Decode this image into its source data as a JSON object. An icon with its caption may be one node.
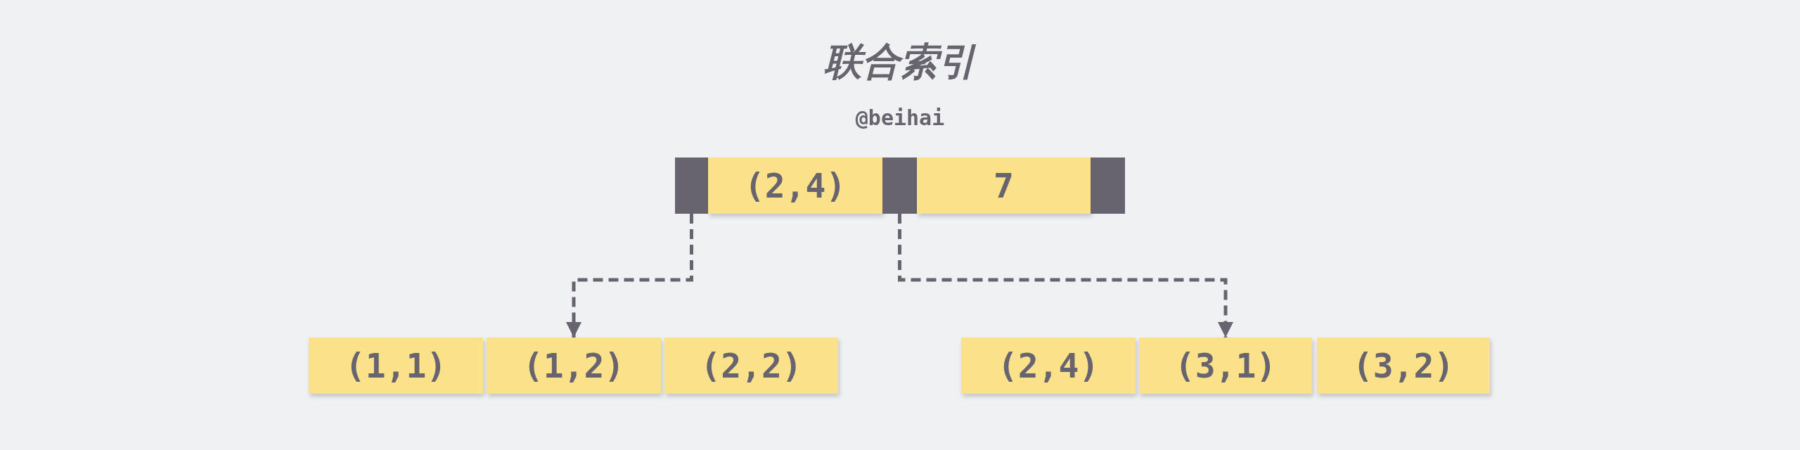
{
  "diagram": {
    "title": "联合索引",
    "nodes": [
      {
        "text": [],
        "shape": "box"
      },
      {
        "text": [
          "(2,4)"
        ]
      },
      {
        "text": [],
        "shape": "box"
      },
      {
        "text": [
          "7"
        ]
      },
      {
        "text": [],
        "shape": "box"
      },
      {
        "text": [
          "(1,1)"
        ]
      },
      {
        "text": [
          "(1,2)"
        ]
      },
      {
        "text": [
          "(2,2)"
        ]
      },
      {
        "text": [
          "(2,4)"
        ]
      },
      {
        "text": [
          "(3,1)"
        ]
      },
      {
        "text": [
          "(3,2)"
        ]
      }
    ],
    "edges": [
      {
        "from": 0,
        "to": 6,
        "arrow": "to",
        "style": "dashed"
      },
      {
        "from": 2,
        "to": 9,
        "arrow": "to",
        "style": "dashed"
      }
    ],
    "labels": [
      "@beihai"
    ]
  }
}
